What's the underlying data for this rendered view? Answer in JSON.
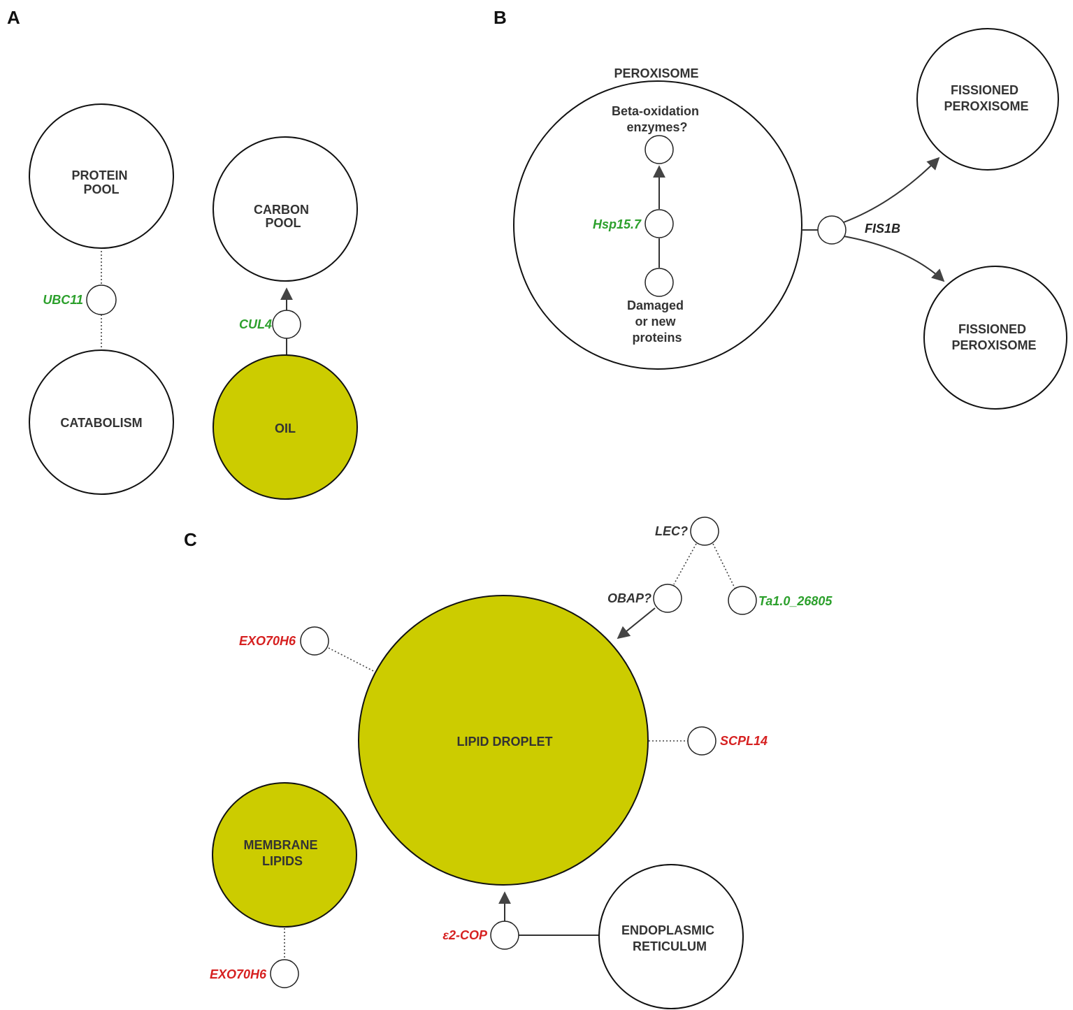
{
  "colors": {
    "oil_fill": "#cccc00",
    "white_fill": "#ffffff",
    "gene_green": "#2ca02c",
    "gene_red": "#d62020",
    "gene_black": "#222222"
  },
  "panels": {
    "a": {
      "label": "A",
      "nodes": {
        "protein_pool": [
          "PROTEIN",
          "POOL"
        ],
        "catabolism": [
          "CATABOLISM"
        ],
        "carbon_pool": [
          "CARBON",
          "POOL"
        ],
        "oil": [
          "OIL"
        ]
      },
      "genes": {
        "ubc11": "UBC11",
        "cul4": "CUL4"
      }
    },
    "b": {
      "label": "B",
      "peroxisome_title": "PEROXISOME",
      "beta_oxidation": [
        "Beta-oxidation",
        "enzymes?"
      ],
      "damaged": [
        "Damaged",
        "or new",
        "proteins"
      ],
      "fissioned_top": [
        "FISSIONED",
        "PEROXISOME"
      ],
      "fissioned_bottom": [
        "FISSIONED",
        "PEROXISOME"
      ],
      "genes": {
        "hsp": "Hsp15.7",
        "fis1b": "FIS1B"
      }
    },
    "c": {
      "label": "C",
      "lipid_droplet": [
        "LIPID DROPLET"
      ],
      "membrane_lipids": [
        "MEMBRANE",
        "LIPIDS"
      ],
      "er": [
        "ENDOPLASMIC",
        "RETICULUM"
      ],
      "genes": {
        "lec": "LEC?",
        "obap": "OBAP?",
        "ta": "Ta1.0_26805",
        "exo_top": "EXO70H6",
        "scpl14": "SCPL14",
        "e2cop": "ε2-COP",
        "exo_bottom": "EXO70H6"
      }
    }
  }
}
